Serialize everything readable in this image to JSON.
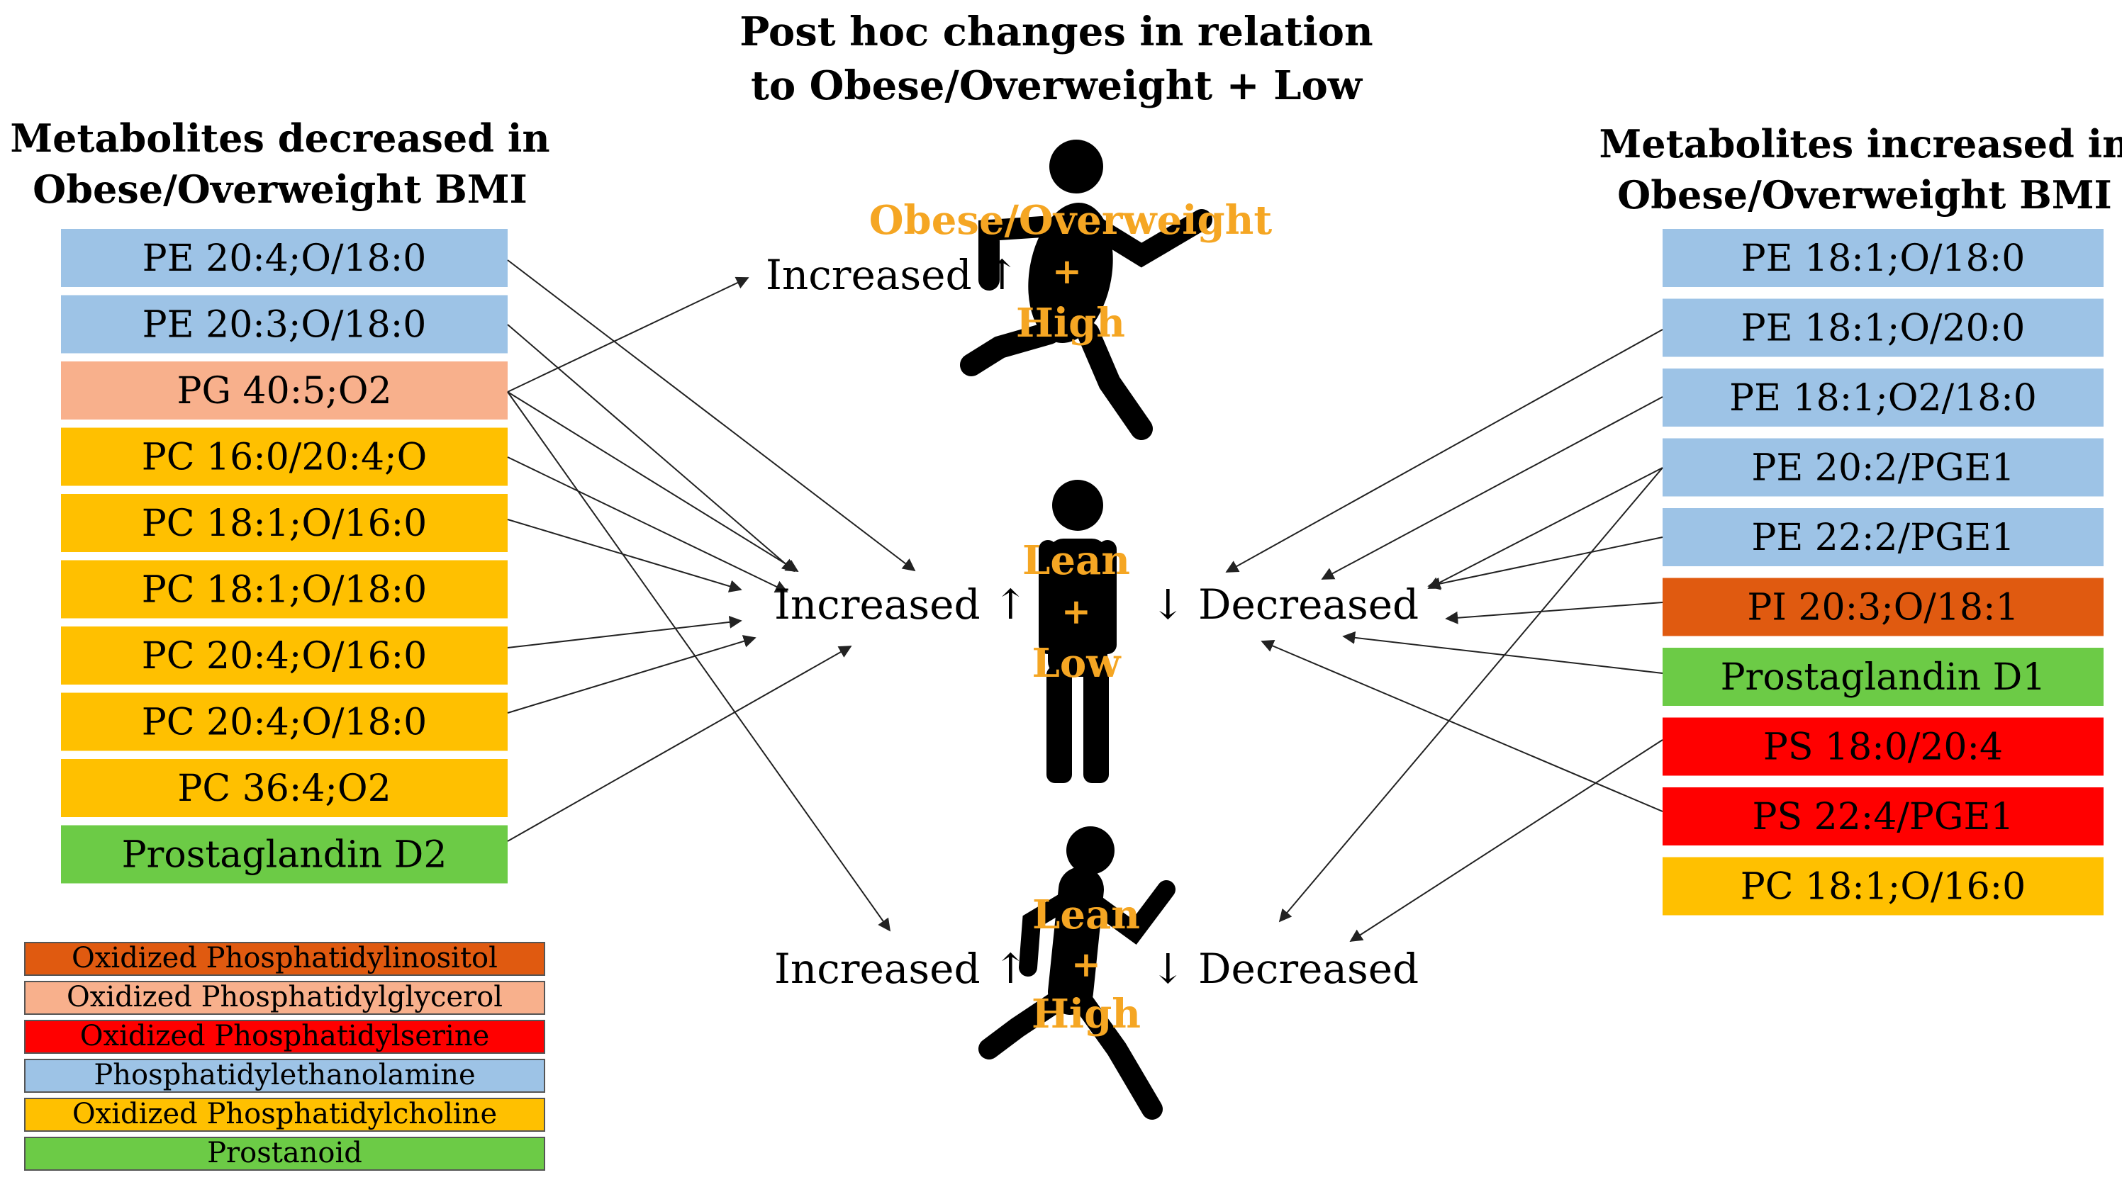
{
  "title": {
    "line1": "Post hoc changes in relation",
    "line2": "to Obese/Overweight + Low"
  },
  "left": {
    "heading1": "Metabolites decreased in",
    "heading2": "Obese/Overweight BMI",
    "items": [
      {
        "label": "PE 20:4;O/18:0",
        "color": "#9DC3E6"
      },
      {
        "label": "PE 20:3;O/18:0",
        "color": "#9DC3E6"
      },
      {
        "label": "PG 40:5;O2",
        "color": "#F8B08C"
      },
      {
        "label": "PC 16:0/20:4;O",
        "color": "#FFC000"
      },
      {
        "label": "PC 18:1;O/16:0",
        "color": "#FFC000"
      },
      {
        "label": "PC 18:1;O/18:0",
        "color": "#FFC000"
      },
      {
        "label": "PC 20:4;O/16:0",
        "color": "#FFC000"
      },
      {
        "label": "PC 20:4;O/18:0",
        "color": "#FFC000"
      },
      {
        "label": "PC 36:4;O2",
        "color": "#FFC000"
      },
      {
        "label": "Prostaglandin D2",
        "color": "#6CCB46"
      }
    ]
  },
  "right": {
    "heading1": "Metabolites increased in",
    "heading2": "Obese/Overweight BMI",
    "items": [
      {
        "label": "PE 18:1;O/18:0",
        "color": "#9DC3E6"
      },
      {
        "label": "PE 18:1;O/20:0",
        "color": "#9DC3E6"
      },
      {
        "label": "PE 18:1;O2/18:0",
        "color": "#9DC3E6"
      },
      {
        "label": "PE 20:2/PGE1",
        "color": "#9DC3E6"
      },
      {
        "label": "PE 22:2/PGE1",
        "color": "#9DC3E6"
      },
      {
        "label": "PI 20:3;O/18:1",
        "color": "#E05A10"
      },
      {
        "label": "Prostaglandin D1",
        "color": "#6CCB46"
      },
      {
        "label": "PS 18:0/20:4",
        "color": "#FF0000"
      },
      {
        "label": "PS 22:4/PGE1",
        "color": "#FF0000"
      },
      {
        "label": "PC 18:1;O/16:0",
        "color": "#FFC000"
      }
    ]
  },
  "legend": [
    {
      "label": "Oxidized Phosphatidylinositol",
      "color": "#E05A10"
    },
    {
      "label": "Oxidized Phosphatidylglycerol",
      "color": "#F8B08C"
    },
    {
      "label": "Oxidized Phosphatidylserine",
      "color": "#FF0000"
    },
    {
      "label": "Phosphatidylethanolamine",
      "color": "#9DC3E6"
    },
    {
      "label": "Oxidized Phosphatidylcholine",
      "color": "#FFC000"
    },
    {
      "label": "Prostanoid",
      "color": "#6CCB46"
    }
  ],
  "figures": {
    "top": {
      "line1": "Obese/Overweight",
      "plus": "+",
      "line2": "High"
    },
    "middle": {
      "line1": "Lean",
      "plus": "+",
      "line2": "Low"
    },
    "bottom": {
      "line1": "Lean",
      "plus": "+",
      "line2": "High"
    }
  },
  "labels": {
    "top_increased": "Increased ↑",
    "mid_increased": "Increased ↑",
    "mid_decreased": "↓ Decreased",
    "bot_increased": "Increased ↑",
    "bot_decreased": "↓ Decreased"
  },
  "colors": {
    "figure_text": "#F5A623",
    "figure": "#000000",
    "arrow": "#222222"
  }
}
